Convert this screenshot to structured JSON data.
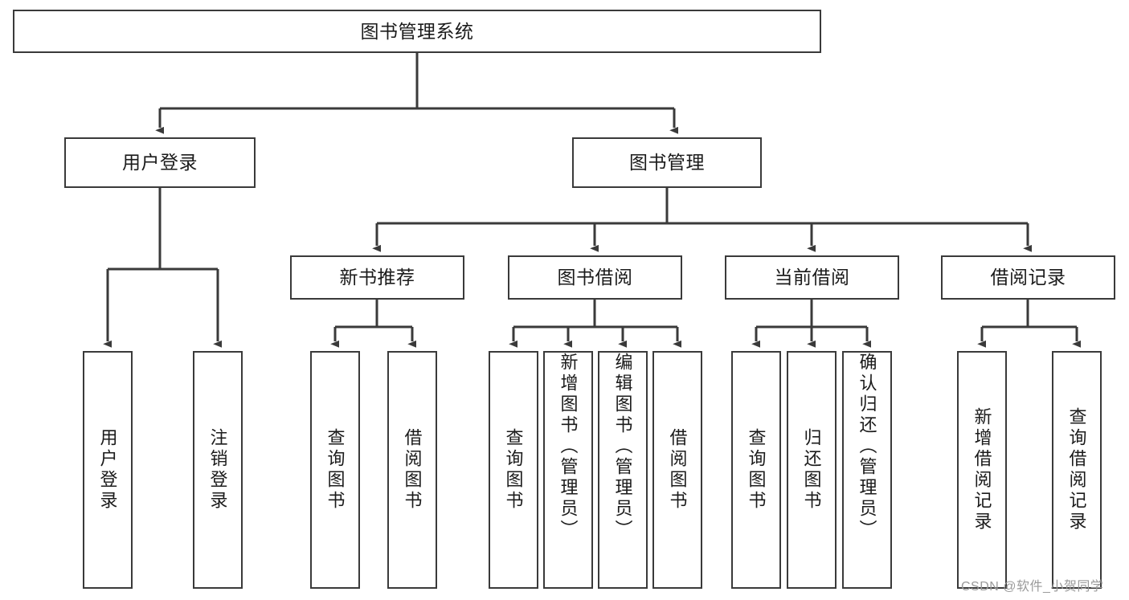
{
  "diagram": {
    "title": "图书管理系统",
    "colors": {
      "stroke": "#3a3a3a",
      "fill": "#ffffff",
      "text": "#1b1b1b",
      "watermark": "#9a9a9a"
    },
    "root": {
      "id": "root",
      "label": "图书管理系统"
    },
    "level2": [
      {
        "id": "user-login",
        "label": "用户登录"
      },
      {
        "id": "book-manage",
        "label": "图书管理"
      }
    ],
    "level3": [
      {
        "id": "new-book-recommend",
        "label": "新书推荐"
      },
      {
        "id": "book-borrow",
        "label": "图书借阅"
      },
      {
        "id": "current-borrow",
        "label": "当前借阅"
      },
      {
        "id": "borrow-record",
        "label": "借阅记录"
      }
    ],
    "leaves": {
      "user_login": [
        {
          "id": "leaf-user-login",
          "label": "用户登录"
        },
        {
          "id": "leaf-logout",
          "label": "注销登录"
        }
      ],
      "new_book_recommend": [
        {
          "id": "leaf-query-book-1",
          "label": "查询图书"
        },
        {
          "id": "leaf-borrow-book-1",
          "label": "借阅图书"
        }
      ],
      "book_borrow": [
        {
          "id": "leaf-query-book-2",
          "label": "查询图书"
        },
        {
          "id": "leaf-add-book",
          "label": "新增图书（管理员）"
        },
        {
          "id": "leaf-edit-book",
          "label": "编辑图书（管理员）"
        },
        {
          "id": "leaf-borrow-book-2",
          "label": "借阅图书"
        }
      ],
      "current_borrow": [
        {
          "id": "leaf-query-book-3",
          "label": "查询图书"
        },
        {
          "id": "leaf-return-book",
          "label": "归还图书"
        },
        {
          "id": "leaf-confirm-return",
          "label": "确认归还（管理员）"
        }
      ],
      "borrow_record": [
        {
          "id": "leaf-add-record",
          "label": "新增借阅记录"
        },
        {
          "id": "leaf-query-record",
          "label": "查询借阅记录"
        }
      ]
    }
  },
  "watermark": {
    "text": "CSDN @软件_小贺同学"
  }
}
